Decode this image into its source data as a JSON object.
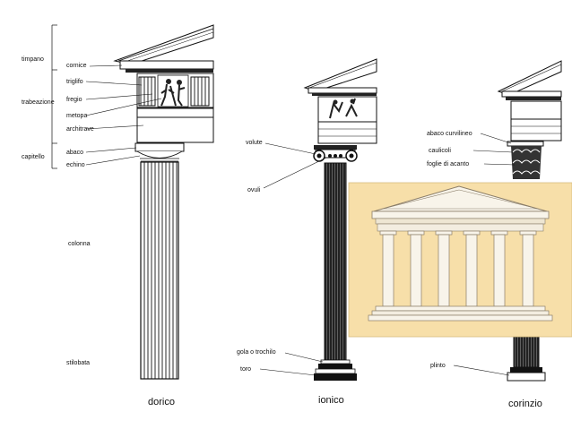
{
  "colors": {
    "ink": "#111111",
    "inset_background": "#f7dfa9",
    "temple_stone": "#f8f4ea"
  },
  "group_labels": {
    "timpano": "timpano",
    "trabeazione": "trabeazione",
    "capitello": "capitello"
  },
  "doric_labels": {
    "cornice": "cornice",
    "triglifo": "triglifo",
    "fregio": "fregio",
    "metopa": "metopa",
    "architrave": "architrave",
    "abaco": "abaco",
    "echino": "echino",
    "colonna": "colonna",
    "stilobata": "stilobata"
  },
  "ionic_labels": {
    "volute": "volute",
    "ovuli": "ovuli",
    "gola": "gola o trochilo",
    "toro": "toro"
  },
  "corinthian_labels": {
    "abaco_curvilineo": "abaco curvilineo",
    "caulicoli": "caulicoli",
    "foglie": "foglie di acanto",
    "plinto": "plinto"
  },
  "orders": {
    "dorico": "dorico",
    "ionico": "ionico",
    "corinzio": "corinzio"
  }
}
